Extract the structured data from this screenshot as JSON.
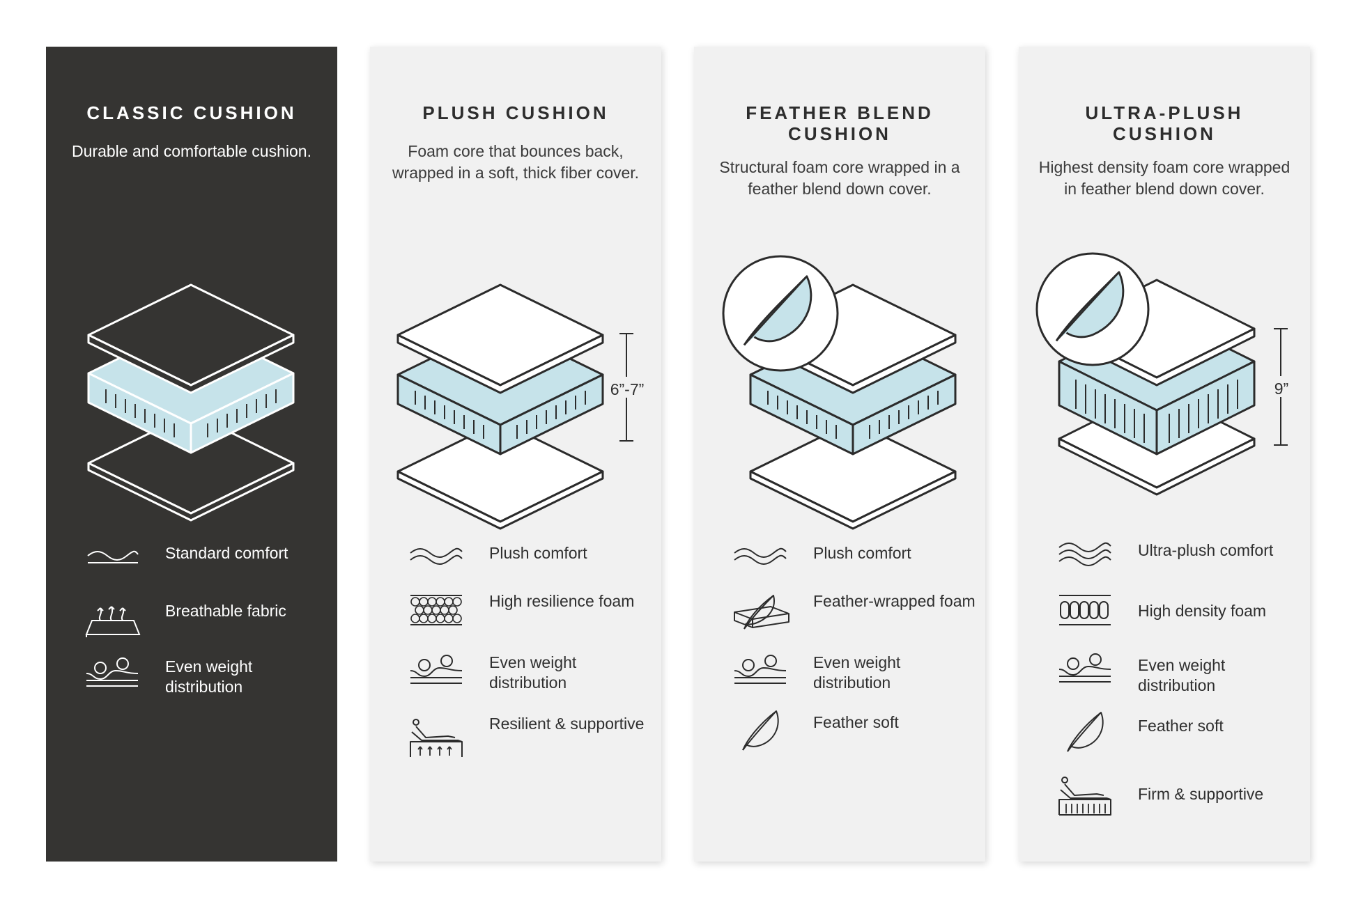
{
  "accent_color": "#c6e3ea",
  "columns": [
    {
      "title": "CLASSIC CUSHION",
      "description": "Durable and comfortable cushion.",
      "features": [
        {
          "icon": "wave-icon",
          "label": "Standard comfort"
        },
        {
          "icon": "breathable-fabric-icon",
          "label": "Breathable fabric"
        },
        {
          "icon": "weight-distribution-icon",
          "label": "Even weight distribution"
        }
      ]
    },
    {
      "title": "PLUSH CUSHION",
      "description": "Foam core that bounces back, wrapped in a soft, thick fiber cover.",
      "height_label": "6”-7”",
      "features": [
        {
          "icon": "double-wave-icon",
          "label": "Plush comfort"
        },
        {
          "icon": "honeycomb-foam-icon",
          "label": "High resilience foam"
        },
        {
          "icon": "weight-distribution-icon",
          "label": "Even weight distribution"
        },
        {
          "icon": "recliner-support-icon",
          "label": "Resilient & supportive"
        }
      ]
    },
    {
      "title": "FEATHER BLEND CUSHION",
      "description": "Structural foam core wrapped in a feather blend down cover.",
      "features": [
        {
          "icon": "double-wave-icon",
          "label": "Plush comfort"
        },
        {
          "icon": "feather-wrapped-foam-icon",
          "label": "Feather-wrapped foam"
        },
        {
          "icon": "weight-distribution-icon",
          "label": "Even weight distribution"
        },
        {
          "icon": "feather-icon",
          "label": "Feather soft"
        }
      ]
    },
    {
      "title": "ULTRA-PLUSH CUSHION",
      "description": "Highest density foam core wrapped in feather blend down cover.",
      "height_label": "9”",
      "features": [
        {
          "icon": "triple-wave-icon",
          "label": "Ultra-plush comfort"
        },
        {
          "icon": "high-density-foam-icon",
          "label": "High density foam"
        },
        {
          "icon": "weight-distribution-icon",
          "label": "Even weight distribution"
        },
        {
          "icon": "feather-icon",
          "label": "Feather soft"
        },
        {
          "icon": "firm-support-icon",
          "label": "Firm & supportive"
        }
      ]
    }
  ]
}
